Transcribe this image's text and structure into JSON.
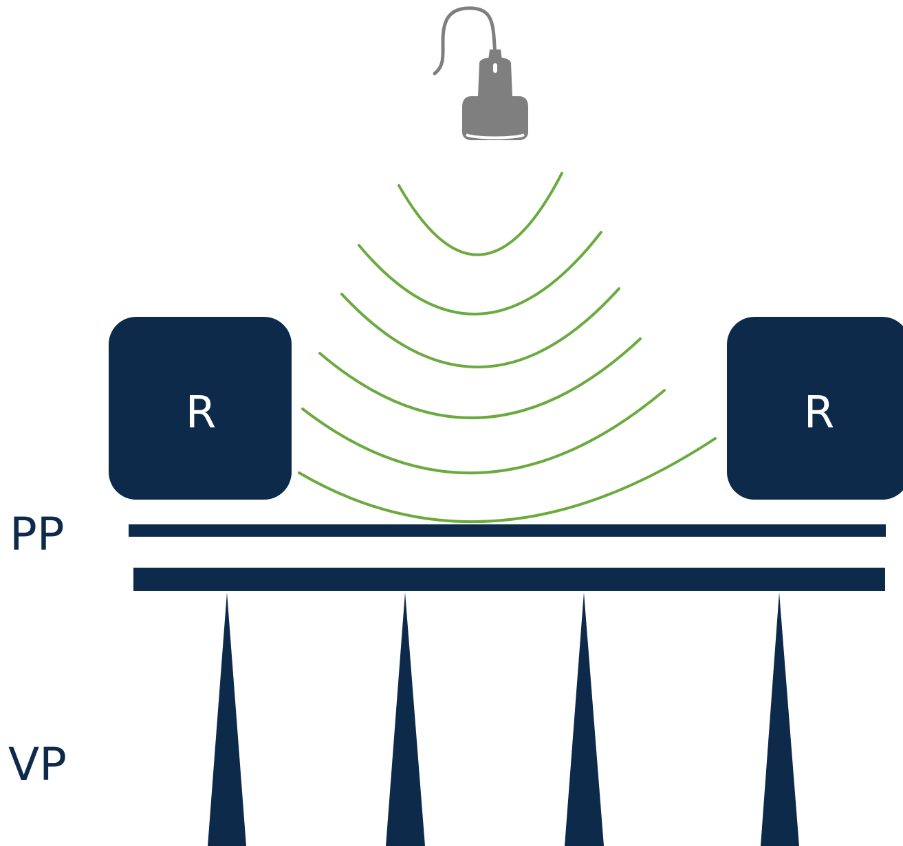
{
  "labels": {
    "left_box": "R",
    "right_box": "R",
    "pp": "PP",
    "vp": "VP"
  },
  "icons": {
    "probe": "ultrasound-probe-icon"
  },
  "colors": {
    "navy": "#0d2a4a",
    "wave_green": "#6aaa3f",
    "probe_gray": "#7f7f7f"
  }
}
